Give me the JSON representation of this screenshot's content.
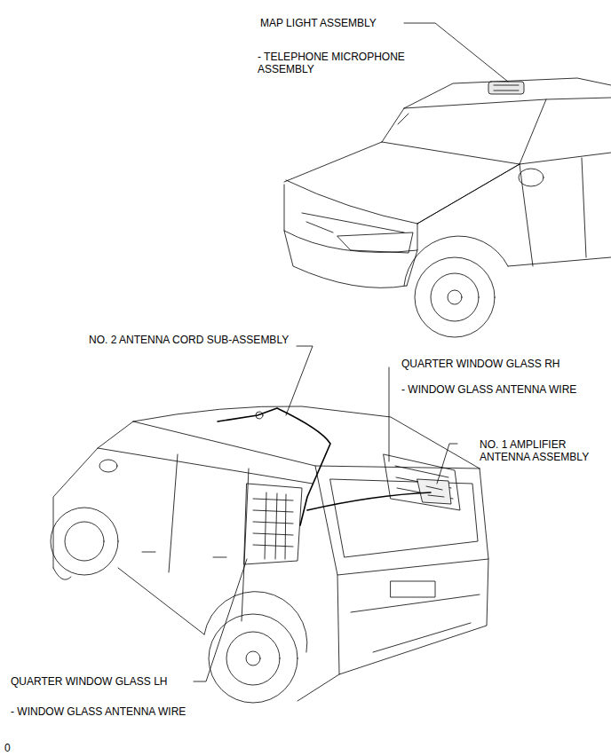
{
  "diagram": {
    "labels": [
      "MAP LIGHT ASSEMBLY",
      "- TELEPHONE MICROPHONE ASSEMBLY",
      "NO. 2 ANTENNA CORD SUB-ASSEMBLY",
      "QUARTER WINDOW GLASS RH",
      "- WINDOW GLASS ANTENNA WIRE",
      "NO. 1 AMPLIFIER ANTENNA ASSEMBLY",
      "QUARTER WINDOW GLASS LH",
      "- WINDOW GLASS ANTENNA WIRE",
      "0"
    ]
  }
}
